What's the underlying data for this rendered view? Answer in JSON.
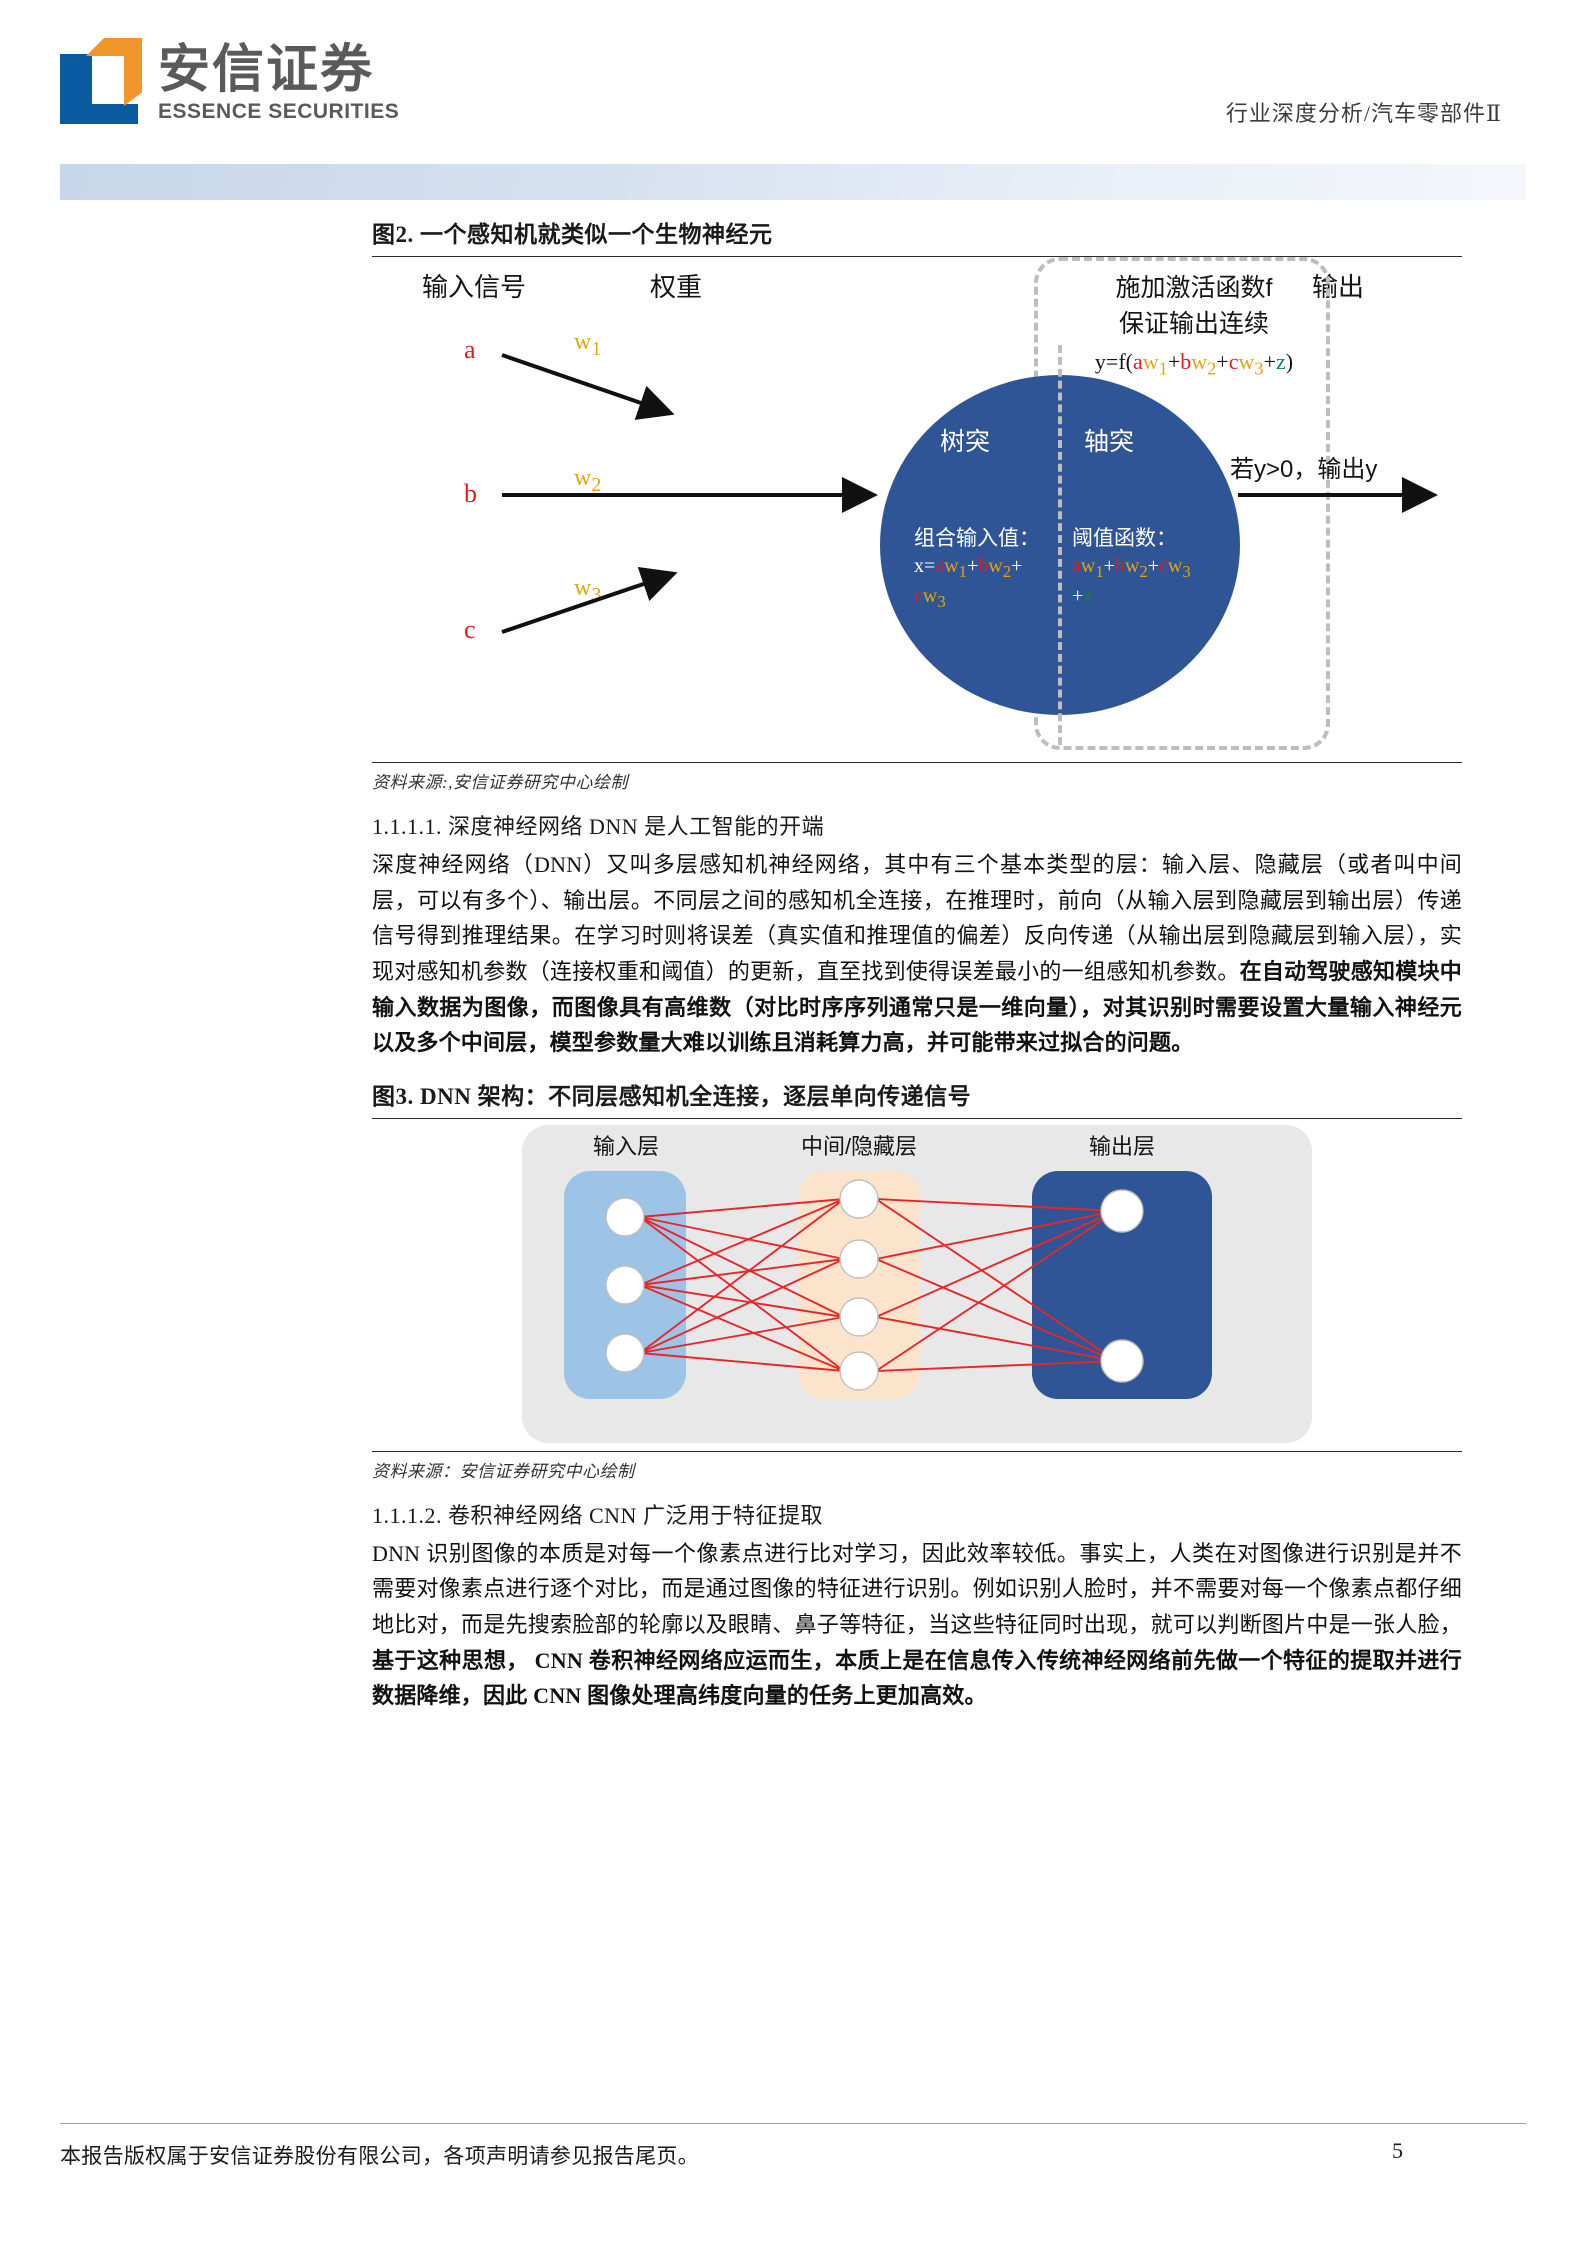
{
  "header": {
    "logo_cn": "安信证券",
    "logo_en": "ESSENCE SECURITIES",
    "breadcrumb": "行业深度分析/汽车零部件Ⅱ"
  },
  "figure2": {
    "title": "图2. 一个感知机就类似一个生物神经元",
    "source": "资料来源:,安信证券研究中心绘制",
    "label_input": "输入信号",
    "label_weight": "权重",
    "label_output": "输出",
    "activation_line1": "施加激活函数f",
    "activation_line2": "保证输出连续",
    "inputs": [
      "a",
      "b",
      "c"
    ],
    "weights": [
      "w",
      "w",
      "w"
    ],
    "weight_subs": [
      "1",
      "2",
      "3"
    ],
    "dendrite": "树突",
    "axon": "轴突",
    "dendrite_caption": "组合输入值：",
    "axon_caption": "阈值函数：",
    "output_text": "若y>0，输出y"
  },
  "section1": {
    "heading": "1.1.1.1. 深度神经网络 DNN 是人工智能的开端",
    "paragraph_plain_1": "深度神经网络（DNN）又叫多层感知机神经网络，其中有三个基本类型的层：输入层、隐藏层（或者叫中间层，可以有多个）、输出层。不同层之间的感知机全连接，在推理时，前向（从输入层到隐藏层到输出层）传递信号得到推理结果。在学习时则将误差（真实值和推理值的偏差）反向传递（从输出层到隐藏层到输入层），实现对感知机参数（连接权重和阈值）的更新，直至找到使得误差最小的一组感知机参数。",
    "paragraph_bold_1": "在自动驾驶感知模块中输入数据为图像，而图像具有高维数（对比时序序列通常只是一维向量），对其识别时需要设置大量输入神经元以及多个中间层，模型参数量大难以训练且消耗算力高，并可能带来过拟合的问题。"
  },
  "figure3": {
    "title": "图3. DNN 架构：不同层感知机全连接，逐层单向传递信号",
    "source": "资料来源：安信证券研究中心绘制",
    "layers": [
      {
        "name": "输入层",
        "nodes": 3,
        "fill": "#9dc3e6",
        "node_fill": "#ffffff"
      },
      {
        "name": "中间/隐藏层",
        "nodes": 4,
        "fill": "#fce4cc",
        "node_fill": "#ffffff"
      },
      {
        "name": "输出层",
        "nodes": 2,
        "fill": "#2f5597",
        "node_fill": "#ffffff"
      }
    ],
    "edge_color": "#e8262a",
    "panel_fill": "#e8e8e8"
  },
  "section2": {
    "heading": "1.1.1.2. 卷积神经网络 CNN 广泛用于特征提取",
    "paragraph_plain_1": "DNN 识别图像的本质是对每一个像素点进行比对学习，因此效率较低。事实上，人类在对图像进行识别是并不需要对像素点进行逐个对比，而是通过图像的特征进行识别。例如识别人脸时，并不需要对每一个像素点都仔细地比对，而是先搜索脸部的轮廓以及眼睛、鼻子等特征，当这些特征同时出现，就可以判断图片中是一张人脸，",
    "paragraph_bold_1": "基于这种思想， CNN 卷积神经网络应运而生，本质上是在信息传入传统神经网络前先做一个特征的提取并进行数据降维，因此 CNN 图像处理高纬度向量的任务上更加高效。"
  },
  "footer": {
    "note": "本报告版权属于安信证券股份有限公司，各项声明请参见报告尾页。",
    "page_number": "5"
  },
  "colors": {
    "brand_blue": "#0a5aa0",
    "brand_orange": "#f0962b",
    "neuron_blue": "#2f5597",
    "accent_red": "#d91f1f",
    "accent_gold": "#e2a50d",
    "accent_teal": "#0f7f7f"
  }
}
